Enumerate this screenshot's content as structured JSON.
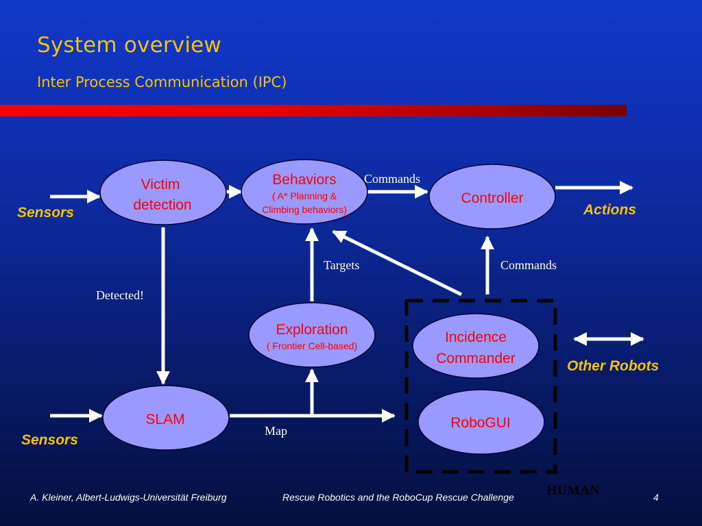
{
  "slide": {
    "title": "System overview",
    "subtitle": "Inter Process Communication (IPC)"
  },
  "nodes": {
    "victim": {
      "line1": "Victim",
      "line2": "detection"
    },
    "behaviors": {
      "title": "Behaviors",
      "sub1": "( A* Planning &",
      "sub2": "Climbing behaviors)"
    },
    "controller": {
      "title": "Controller"
    },
    "exploration": {
      "title": "Exploration",
      "sub1": "( Frontier Cell-based)"
    },
    "incidence": {
      "line1": "Incidence",
      "line2": "Commander"
    },
    "slam": {
      "title": "SLAM"
    },
    "robogui": {
      "title": "RoboGUI"
    }
  },
  "labels": {
    "sensors_top": "Sensors",
    "sensors_bottom": "Sensors",
    "actions": "Actions",
    "other_robots": "Other Robots",
    "commands_top": "Commands",
    "commands_right": "Commands",
    "targets": "Targets",
    "detected": "Detected!",
    "map": "Map",
    "human": "HUMAN"
  },
  "footer": {
    "author": "A. Kleiner, Albert-Ludwigs-Universität Freiburg",
    "talk": "Rescue Robotics and the RoboCup Rescue Challenge",
    "page": "4"
  },
  "colors": {
    "node_fill": "#9999ff",
    "node_text": "#ff0000",
    "accent_yellow": "#f5c400",
    "arrow": "#ffffff",
    "title_bar": "#ff0000"
  }
}
